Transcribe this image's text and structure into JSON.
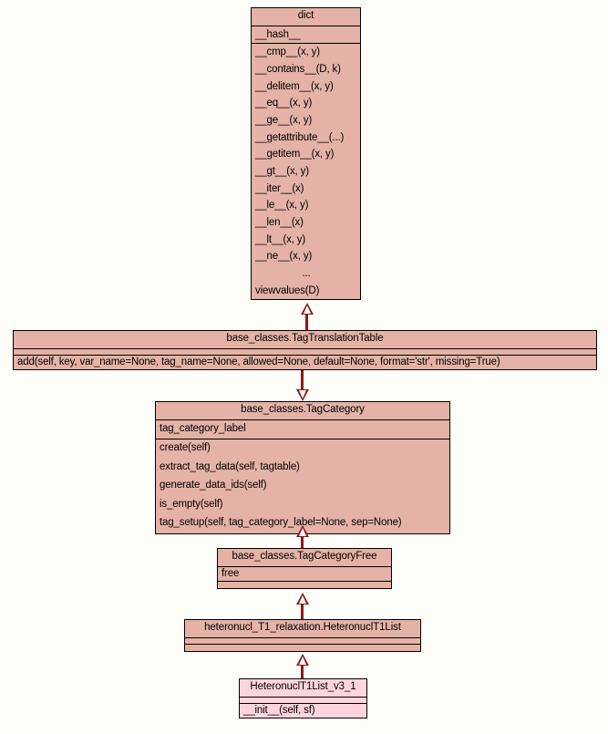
{
  "diagram": {
    "type": "uml-class-inheritance",
    "background_color": "#fffffa",
    "box_fill_color": "#e4b2a6",
    "leaf_box_fill_color": "#ffd4dc",
    "border_color": "#000000",
    "edge_color": "#8b1a1a"
  },
  "classes": {
    "dict": {
      "name": "dict",
      "attributes": [
        "__hash__"
      ],
      "methods": [
        "__cmp__(x, y)",
        "__contains__(D, k)",
        "__delitem__(x, y)",
        "__eq__(x, y)",
        "__ge__(x, y)",
        "__getattribute__(...)",
        "__getitem__(x, y)",
        "__gt__(x, y)",
        "__iter__(x)",
        "__le__(x, y)",
        "__len__(x)",
        "__lt__(x, y)",
        "__ne__(x, y)",
        "...",
        "viewvalues(D)"
      ]
    },
    "tag_translation_table": {
      "name": "base_classes.TagTranslationTable",
      "attributes": [],
      "methods": [
        "add(self, key, var_name=None, tag_name=None, allowed=None, default=None, format='str', missing=True)"
      ]
    },
    "tag_category": {
      "name": "base_classes.TagCategory",
      "attributes": [
        "tag_category_label"
      ],
      "methods": [
        "create(self)",
        "extract_tag_data(self, tagtable)",
        "generate_data_ids(self)",
        "is_empty(self)",
        "tag_setup(self, tag_category_label=None, sep=None)"
      ]
    },
    "tag_category_free": {
      "name": "base_classes.TagCategoryFree",
      "attributes": [
        "free"
      ],
      "methods": []
    },
    "heteronucl_t1_list": {
      "name": "heteronucl_T1_relaxation.HeteronuclT1List",
      "attributes": [],
      "methods": []
    },
    "heteronucl_t1_list_v3_1": {
      "name": "HeteronuclT1List_v3_1",
      "attributes": [],
      "methods": [
        "__init__(self, sf)"
      ]
    }
  },
  "edges": [
    {
      "from": "base_classes.TagTranslationTable",
      "to": "dict",
      "kind": "inheritance"
    },
    {
      "from": "base_classes.TagCategory",
      "to": "base_classes.TagTranslationTable",
      "kind": "inheritance"
    },
    {
      "from": "base_classes.TagCategoryFree",
      "to": "base_classes.TagCategory",
      "kind": "inheritance"
    },
    {
      "from": "heteronucl_T1_relaxation.HeteronuclT1List",
      "to": "base_classes.TagCategoryFree",
      "kind": "inheritance"
    },
    {
      "from": "HeteronuclT1List_v3_1",
      "to": "heteronucl_T1_relaxation.HeteronuclT1List",
      "kind": "inheritance"
    }
  ]
}
